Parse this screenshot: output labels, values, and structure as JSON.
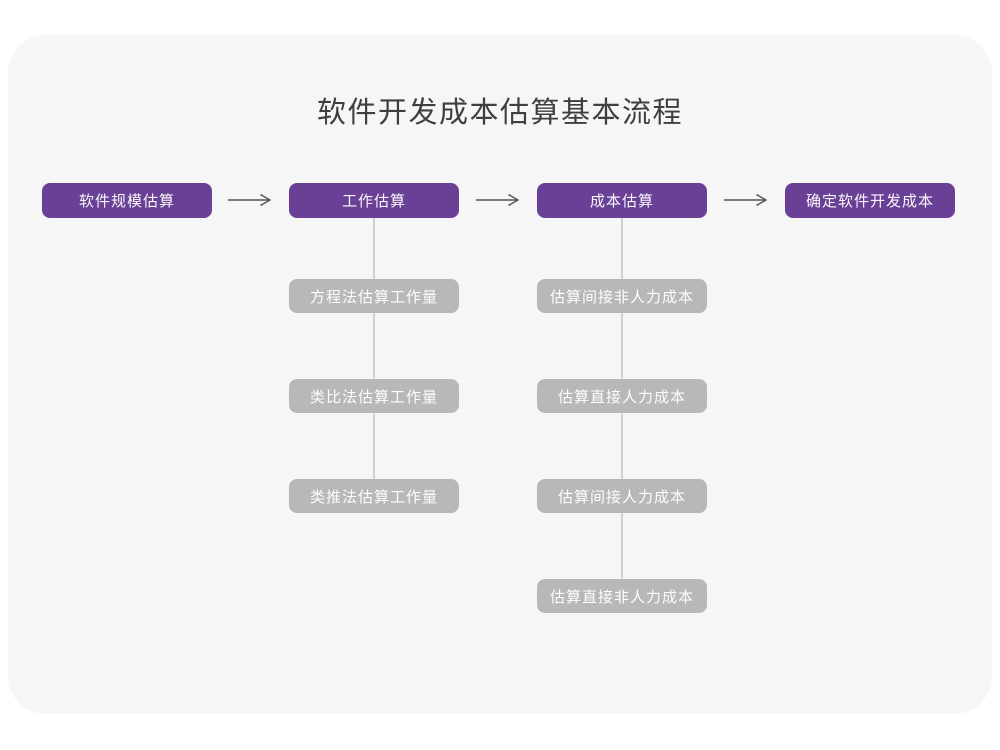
{
  "title": "软件开发成本估算基本流程",
  "colors": {
    "primary": "#6A4096",
    "gray_box": "#B8B8B8",
    "card_bg": "#F6F6F6",
    "arrow": "#545454",
    "connector": "#D0D0D0",
    "title_text": "#3F3F3F"
  },
  "flow": {
    "steps": [
      {
        "label": "软件规模估算"
      },
      {
        "label": "工作估算"
      },
      {
        "label": "成本估算"
      },
      {
        "label": "确定软件开发成本"
      }
    ],
    "work_estimation_methods": [
      "方程法估算工作量",
      "类比法估算工作量",
      "类推法估算工作量"
    ],
    "cost_estimation_items": [
      "估算间接非人力成本",
      "估算直接人力成本",
      "估算间接人力成本",
      "估算直接非人力成本"
    ]
  }
}
